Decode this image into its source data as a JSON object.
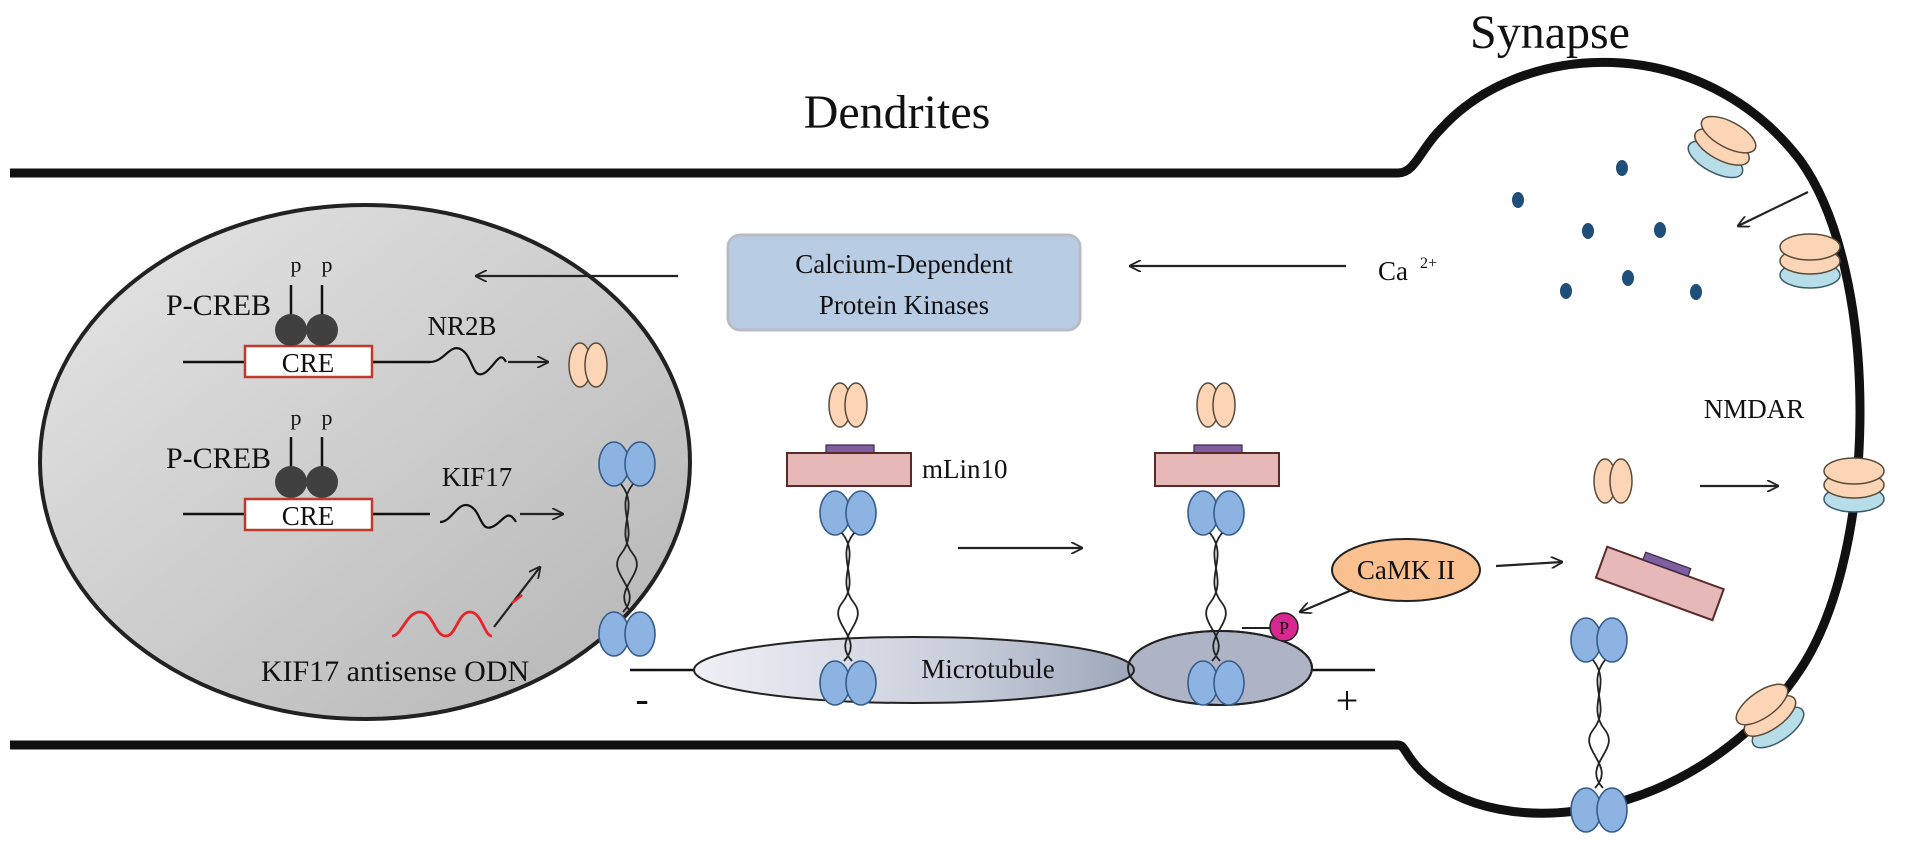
{
  "labels": {
    "dendrites": "Dendrites",
    "synapse": "Synapse",
    "kinase_line1": "Calcium-Dependent",
    "kinase_line2": "Protein Kinases",
    "calcium": "Ca",
    "calcium_charge": "2+",
    "nmdar": "NMDAR",
    "pcreb_top": "P-CREB",
    "pcreb_bottom": "P-CREB",
    "p_marker": "p",
    "cre_top": "CRE",
    "cre_bottom": "CRE",
    "nr2b": "NR2B",
    "kif17": "KIF17",
    "antisense": "KIF17 antisense ODN",
    "mlin10": "mLin10",
    "camk": "CaMK II",
    "phospho": "P",
    "microtubule": "Microtubule",
    "minus_end": "-",
    "plus_end": "+"
  },
  "colors": {
    "nucleus_fill": "#c9c9c9",
    "kinase_box": "#b8cce4",
    "nmdar_subunit": "#fbd5b5",
    "receptor_light": "#b7dde8",
    "mlin10": "#e6b9b8",
    "mlin10_band": "#7f5f9f",
    "kif17_head": "#8db3e2",
    "camk": "#fac090",
    "phospho": "#d6288f",
    "antisense_wave": "#e8242b",
    "cre_box": "#c0392b",
    "dots": "#1f4e79"
  }
}
